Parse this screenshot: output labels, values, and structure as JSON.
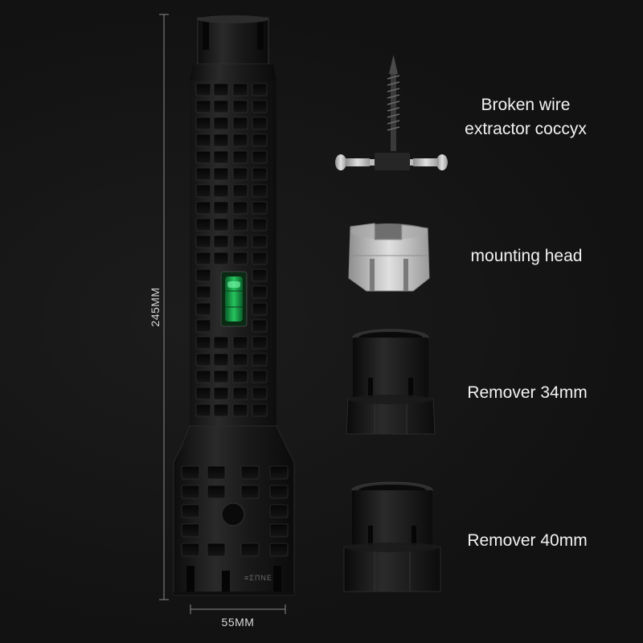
{
  "product": {
    "parts": [
      {
        "name": "Broken wire extractor coccyx",
        "line1": "Broken wire",
        "line2": "extractor coccyx"
      },
      {
        "name": "mounting head",
        "line1": "mounting head"
      },
      {
        "name": "Remover 34mm",
        "line1": "Remover 34mm"
      },
      {
        "name": "Remover 40mm",
        "line1": "Remover 40mm"
      }
    ],
    "dimensions": {
      "height": "245MM",
      "width": "55MM"
    },
    "handle_marking": "≡ΣΠΝΕ",
    "colors": {
      "background": "#141414",
      "tool_body": "#1e1e1e",
      "level_bubble": "#1f9e4a",
      "metal": "#c8c8c8",
      "text": "#f2f2f2"
    }
  }
}
